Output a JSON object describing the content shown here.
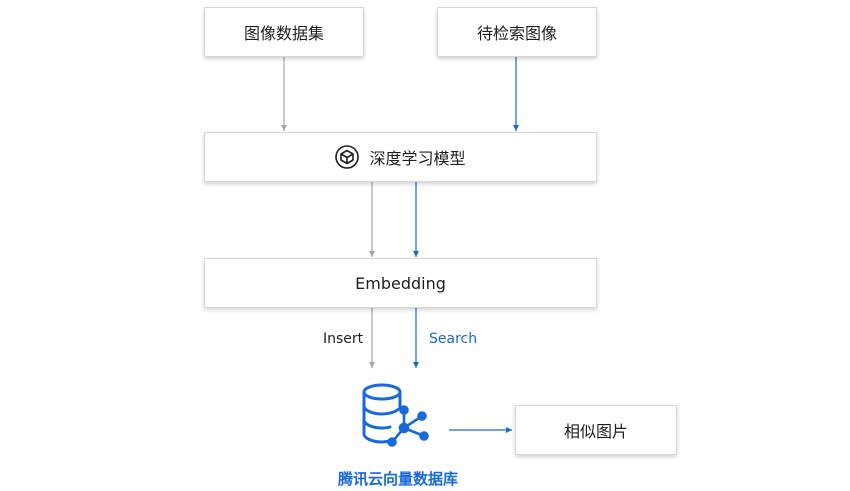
{
  "nodes": {
    "image_dataset": "图像数据集",
    "query_image": "待检索图像",
    "deep_model": "深度学习模型",
    "embedding": "Embedding",
    "similar_images": "相似图片",
    "vector_db": "腾讯云向量数据库"
  },
  "edges": {
    "insert": "Insert",
    "search": "Search"
  },
  "icons": {
    "model": "cube-icon",
    "database": "database-icon"
  },
  "colors": {
    "insert_path": "#a6a6a6",
    "search_path": "#1769e0",
    "brand": "#1769e0"
  }
}
